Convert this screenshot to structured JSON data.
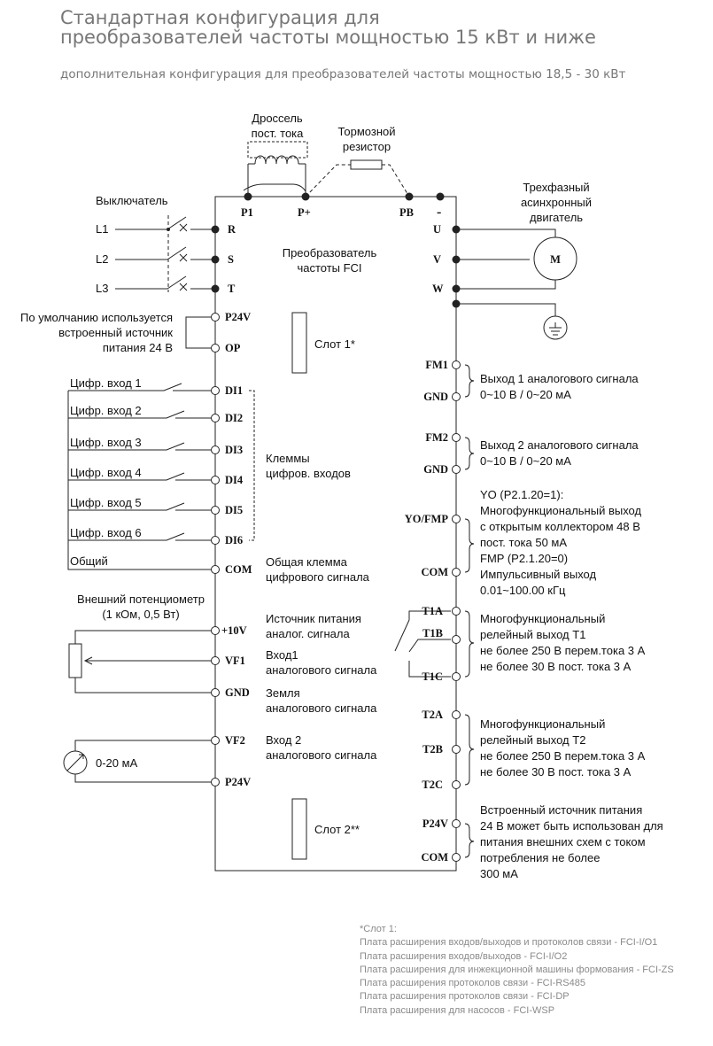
{
  "header": {
    "title_line1": "Стандартная конфигурация для",
    "title_line2": "преобразователей частоты мощностью 15 кВт и ниже",
    "subtitle": "дополнительная конфигурация  для преобразователей частоты мощностью 18,5 - 30 кВт"
  },
  "components": {
    "dc_choke": [
      "Дроссель",
      "пост. тока"
    ],
    "brake_resistor": [
      "Тормозной",
      "резистор"
    ],
    "motor": [
      "Трехфазный",
      "асинхронный",
      "двигатель"
    ],
    "motor_letter": "M",
    "switch": "Выключатель",
    "inverter": [
      "Преобразователь",
      "частоты FCI"
    ],
    "slot1": "Слот 1*",
    "slot2": "Слот 2**"
  },
  "power_terminals": {
    "top": [
      "P1",
      "P+",
      "PB",
      "-"
    ],
    "inputs": [
      "R",
      "S",
      "T"
    ],
    "lines": [
      "L1",
      "L2",
      "L3"
    ],
    "outputs": [
      "U",
      "V",
      "W"
    ]
  },
  "left_terminals": [
    "P24V",
    "OP",
    "DI1",
    "DI2",
    "DI3",
    "DI4",
    "DI5",
    "DI6",
    "COM",
    "+10V",
    "VF1",
    "GND",
    "VF2",
    "P24V"
  ],
  "left_labels": {
    "default_supply": [
      "По умолчанию используется",
      "встроенный источник",
      "питания 24 В"
    ],
    "digital_inputs": [
      "Цифр. вход 1",
      "Цифр. вход 2",
      "Цифр. вход 3",
      "Цифр. вход 4",
      "Цифр. вход 5",
      "Цифр. вход 6"
    ],
    "common": "Общий",
    "potentiometer": [
      "Внешний потенциометр",
      "(1 кОм, 0,5 Вт)"
    ],
    "current_source": "0-20 мА"
  },
  "center_labels": {
    "di_group": [
      "Клеммы",
      "цифров. входов"
    ],
    "com": [
      "Общая клемма",
      "цифрового сигнала"
    ],
    "supply_10v": [
      "Источник питания",
      "аналог. сигнала"
    ],
    "vf1": [
      "Вход1",
      "аналогового сигнала"
    ],
    "gnd": [
      "Земля",
      "аналогового сигнала"
    ],
    "vf2": [
      "Вход 2",
      "аналогового сигнала"
    ]
  },
  "right_terminals": [
    "FM1",
    "GND",
    "FM2",
    "GND",
    "YO/FMP",
    "COM",
    "T1A",
    "T1B",
    "T1C",
    "T2A",
    "T2B",
    "T2C",
    "P24V",
    "COM"
  ],
  "right_labels": {
    "fm1": [
      "Выход 1 аналогового сигнала",
      "0~10 В / 0~20 мА"
    ],
    "fm2": [
      "Выход 2 аналогового сигнала",
      "0~10 В / 0~20 мА"
    ],
    "yo": [
      "YO (P2.1.20=1):",
      "Многофункциональный выход",
      "с открытым коллектором 48 В",
      "пост. тока 50 мА",
      "FMP (P2.1.20=0)",
      "Импульсивный выход",
      "0.01~100.00 кГц"
    ],
    "t1": [
      "Многофункциональный",
      "релейный выход Т1",
      "не более 250 В перем.тока 3 А",
      "не более 30 В пост. тока 3 А"
    ],
    "t2": [
      "Многофункциональный",
      "релейный выход Т2",
      "не более 250 В перем.тока 3 А",
      "не более 30 В пост. тока 3 А"
    ],
    "p24v": [
      "Встроенный источник питания",
      "24 В может быть использован для",
      "питания внешних схем с током",
      "потребления не более",
      "300 мА"
    ]
  },
  "footnote": [
    "*Слот 1:",
    "Плата расширения входов/выходов и протоколов связи - FCI-I/O1",
    "Плата расширения входов/выходов - FCI-I/O2",
    "Плата расширения для инжекционной машины формования - FCI-ZS",
    "Плата расширения протоколов связи - FCI-RS485",
    "Плата расширения протоколов связи - FCI-DP",
    "Плата расширения для насосов - FCI-WSP"
  ]
}
